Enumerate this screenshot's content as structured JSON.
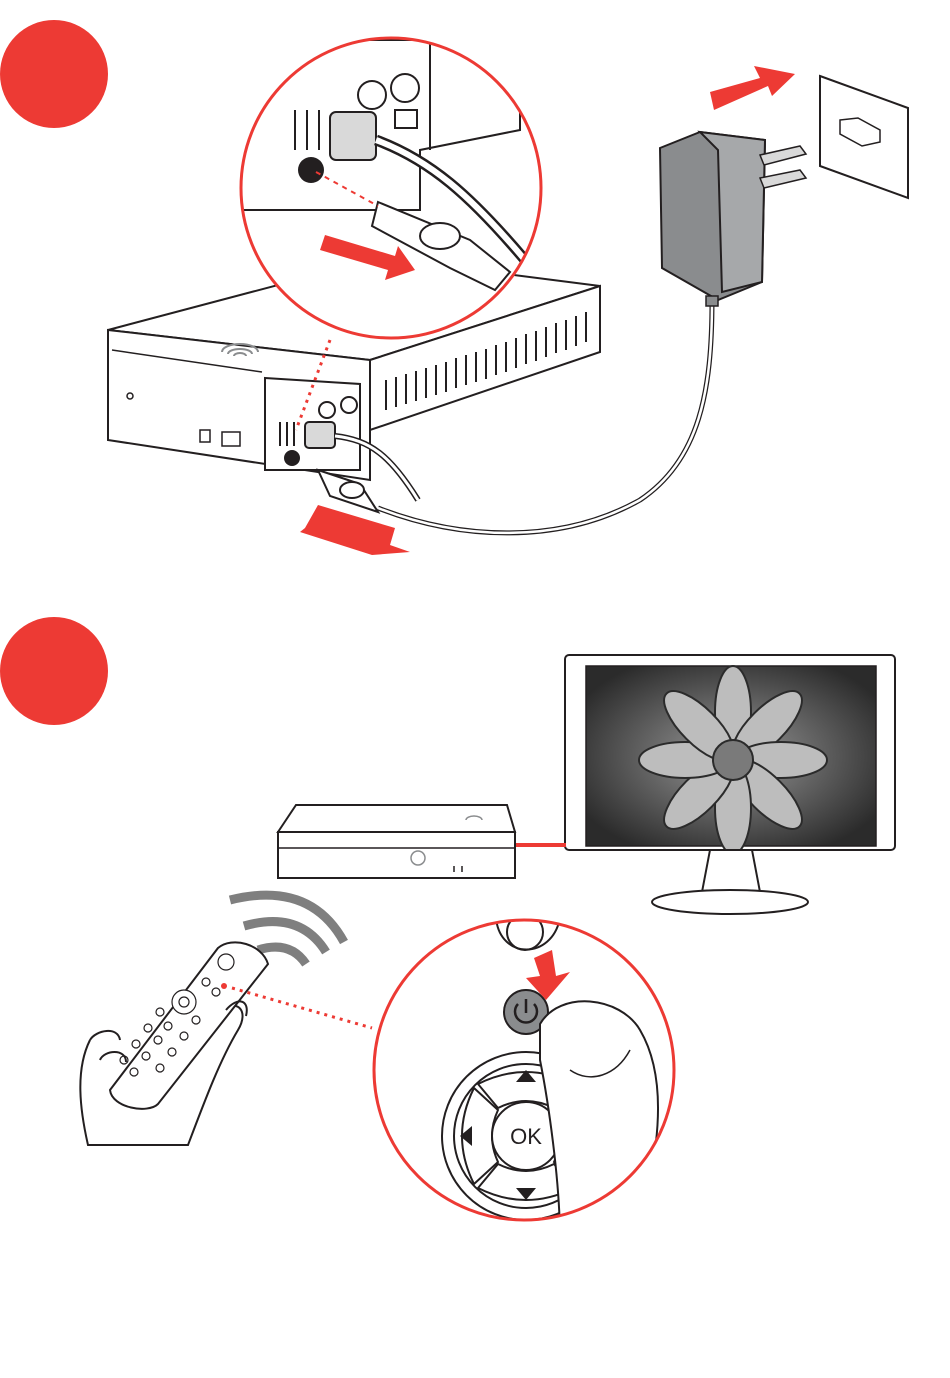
{
  "colors": {
    "accent_red": "#ed3a34",
    "line_dark": "#231f20",
    "device_white": "#ffffff",
    "adapter_gray": "#8a8c8e",
    "light_gray": "#d9d9d9",
    "wave_gray": "#7f7f7f",
    "screen_dark": "#3b3b3b"
  },
  "steps": [
    {
      "id": "step-1",
      "label": ""
    },
    {
      "id": "step-2",
      "label": ""
    }
  ],
  "remote_zoom": {
    "ok_label": "OK"
  },
  "icons": {
    "power": "power-icon",
    "dc_plug": "dc-plug-icon",
    "usb": "usb-icon",
    "brand_logo": "swirl-logo-icon"
  }
}
